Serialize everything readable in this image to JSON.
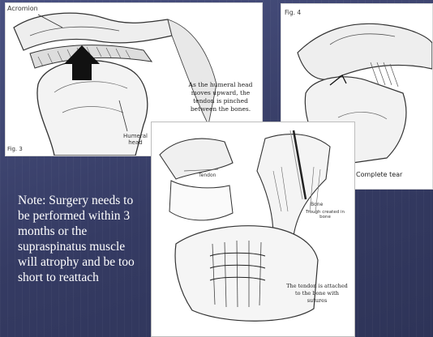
{
  "slide": {
    "note": "Note: Surgery needs to be performed within 3 months or the supraspinatus muscle will atrophy and be too short to reattach"
  },
  "figures": {
    "left": {
      "label_top": "Acromion",
      "arrow_label": "Humeral\nhead",
      "caption": "As the humeral head moves upward, the tendon is pinched between the bones.",
      "fig_label": "Fig. 3"
    },
    "right": {
      "fig_label": "Fig. 4",
      "caption": "Complete tear"
    },
    "center": {
      "label_tendon": "Tendon",
      "label_bone": "Bone",
      "label_trough": "Trough created in bone",
      "caption": "The tendon is attached to the bone with sutures"
    }
  },
  "colors": {
    "slide_background": "#3d4470",
    "note_text": "#ffffff",
    "line_art": "#333333"
  }
}
